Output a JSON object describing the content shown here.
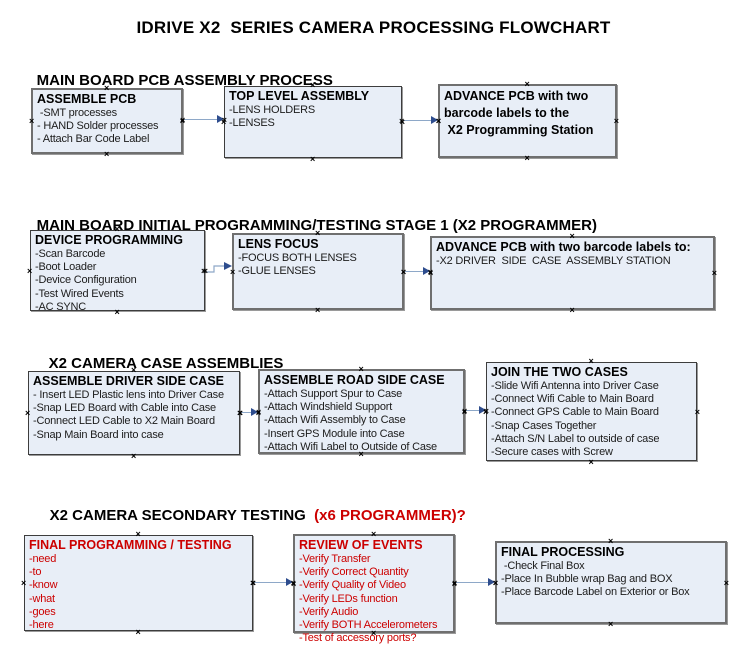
{
  "title": "IDRIVE X2  SERIES CAMERA PROCESSING FLOWCHART",
  "glyphs": {
    "handle": "×"
  },
  "colors": {
    "box_fill": "#e8eef7",
    "box_border": "#3d3d3d",
    "red_text": "#cc0000",
    "arrow_line": "#8ea8c8",
    "arrow_head": "#2e4d8e"
  },
  "sections": [
    {
      "heading": "MAIN BOARD PCB ASSEMBLY PROCESS",
      "boxes": [
        {
          "title": "ASSEMBLE PCB",
          "items": [
            " -SMT processes",
            "- HAND Solder processes",
            "- Attach Bar Code Label"
          ]
        },
        {
          "title": "TOP LEVEL ASSEMBLY",
          "items": [
            "-LENS HOLDERS",
            "-LENSES"
          ]
        },
        {
          "title": "ADVANCE PCB with two\nbarcode labels to the\n X2 Programming Station",
          "items": []
        }
      ]
    },
    {
      "heading": "MAIN BOARD INITIAL PROGRAMMING/TESTING STAGE 1 (X2 PROGRAMMER)",
      "boxes": [
        {
          "title": "DEVICE PROGRAMMING",
          "items": [
            "-Scan Barcode",
            "-Boot Loader",
            "-Device Configuration",
            "-Test Wired Events",
            "-AC SYNC"
          ]
        },
        {
          "title": "LENS FOCUS",
          "items": [
            "-FOCUS BOTH LENSES",
            "-GLUE LENSES"
          ]
        },
        {
          "title": "ADVANCE PCB with two barcode labels to:",
          "items": [
            "-X2 DRIVER  SIDE  CASE  ASSEMBLY STATION"
          ]
        }
      ]
    },
    {
      "heading": "X2 CAMERA CASE ASSEMBLIES",
      "boxes": [
        {
          "title": "ASSEMBLE DRIVER SIDE CASE",
          "items": [
            "- Insert LED Plastic lens into Driver Case",
            "-Snap LED Board with Cable into Case",
            "-Connect LED Cable to X2 Main Board",
            "-Snap Main Board into case"
          ]
        },
        {
          "title": "ASSEMBLE ROAD SIDE CASE",
          "items": [
            "-Attach Support Spur to Case",
            "-Attach Windshield Support",
            "-Attach Wifi Assembly to Case",
            "-Insert GPS Module into Case",
            "-Attach Wifi Label to Outside of Case"
          ]
        },
        {
          "title": "JOIN THE TWO CASES",
          "items": [
            "-Slide Wifi Antenna into Driver Case",
            "-Connect Wifi Cable to Main Board",
            "-Connect GPS Cable to Main Board",
            "-Snap Cases Together",
            "-Attach S/N Label to outside of case",
            "-Secure cases with Screw"
          ]
        }
      ]
    },
    {
      "heading": "X2 CAMERA SECONDARY TESTING  ",
      "heading_red": "(x6 PROGRAMMER)?",
      "boxes": [
        {
          "title": "FINAL PROGRAMMING / TESTING",
          "items": [
            "-need",
            "-to",
            "-know",
            "-what",
            "-goes",
            "-here"
          ]
        },
        {
          "title": "REVIEW OF EVENTS",
          "items": [
            "-Verify Transfer",
            "-Verify Correct Quantity",
            "-Verify Quality of Video",
            "-Verify LEDs function",
            "-Verify Audio",
            "-Verify BOTH Accelerometers",
            "-Test of accessory ports?"
          ]
        },
        {
          "title": "FINAL PROCESSING",
          "items": [
            " -Check Final Box",
            "-Place In Bubble wrap Bag and BOX",
            "-Place Barcode Label on Exterior or Box"
          ]
        }
      ]
    }
  ]
}
